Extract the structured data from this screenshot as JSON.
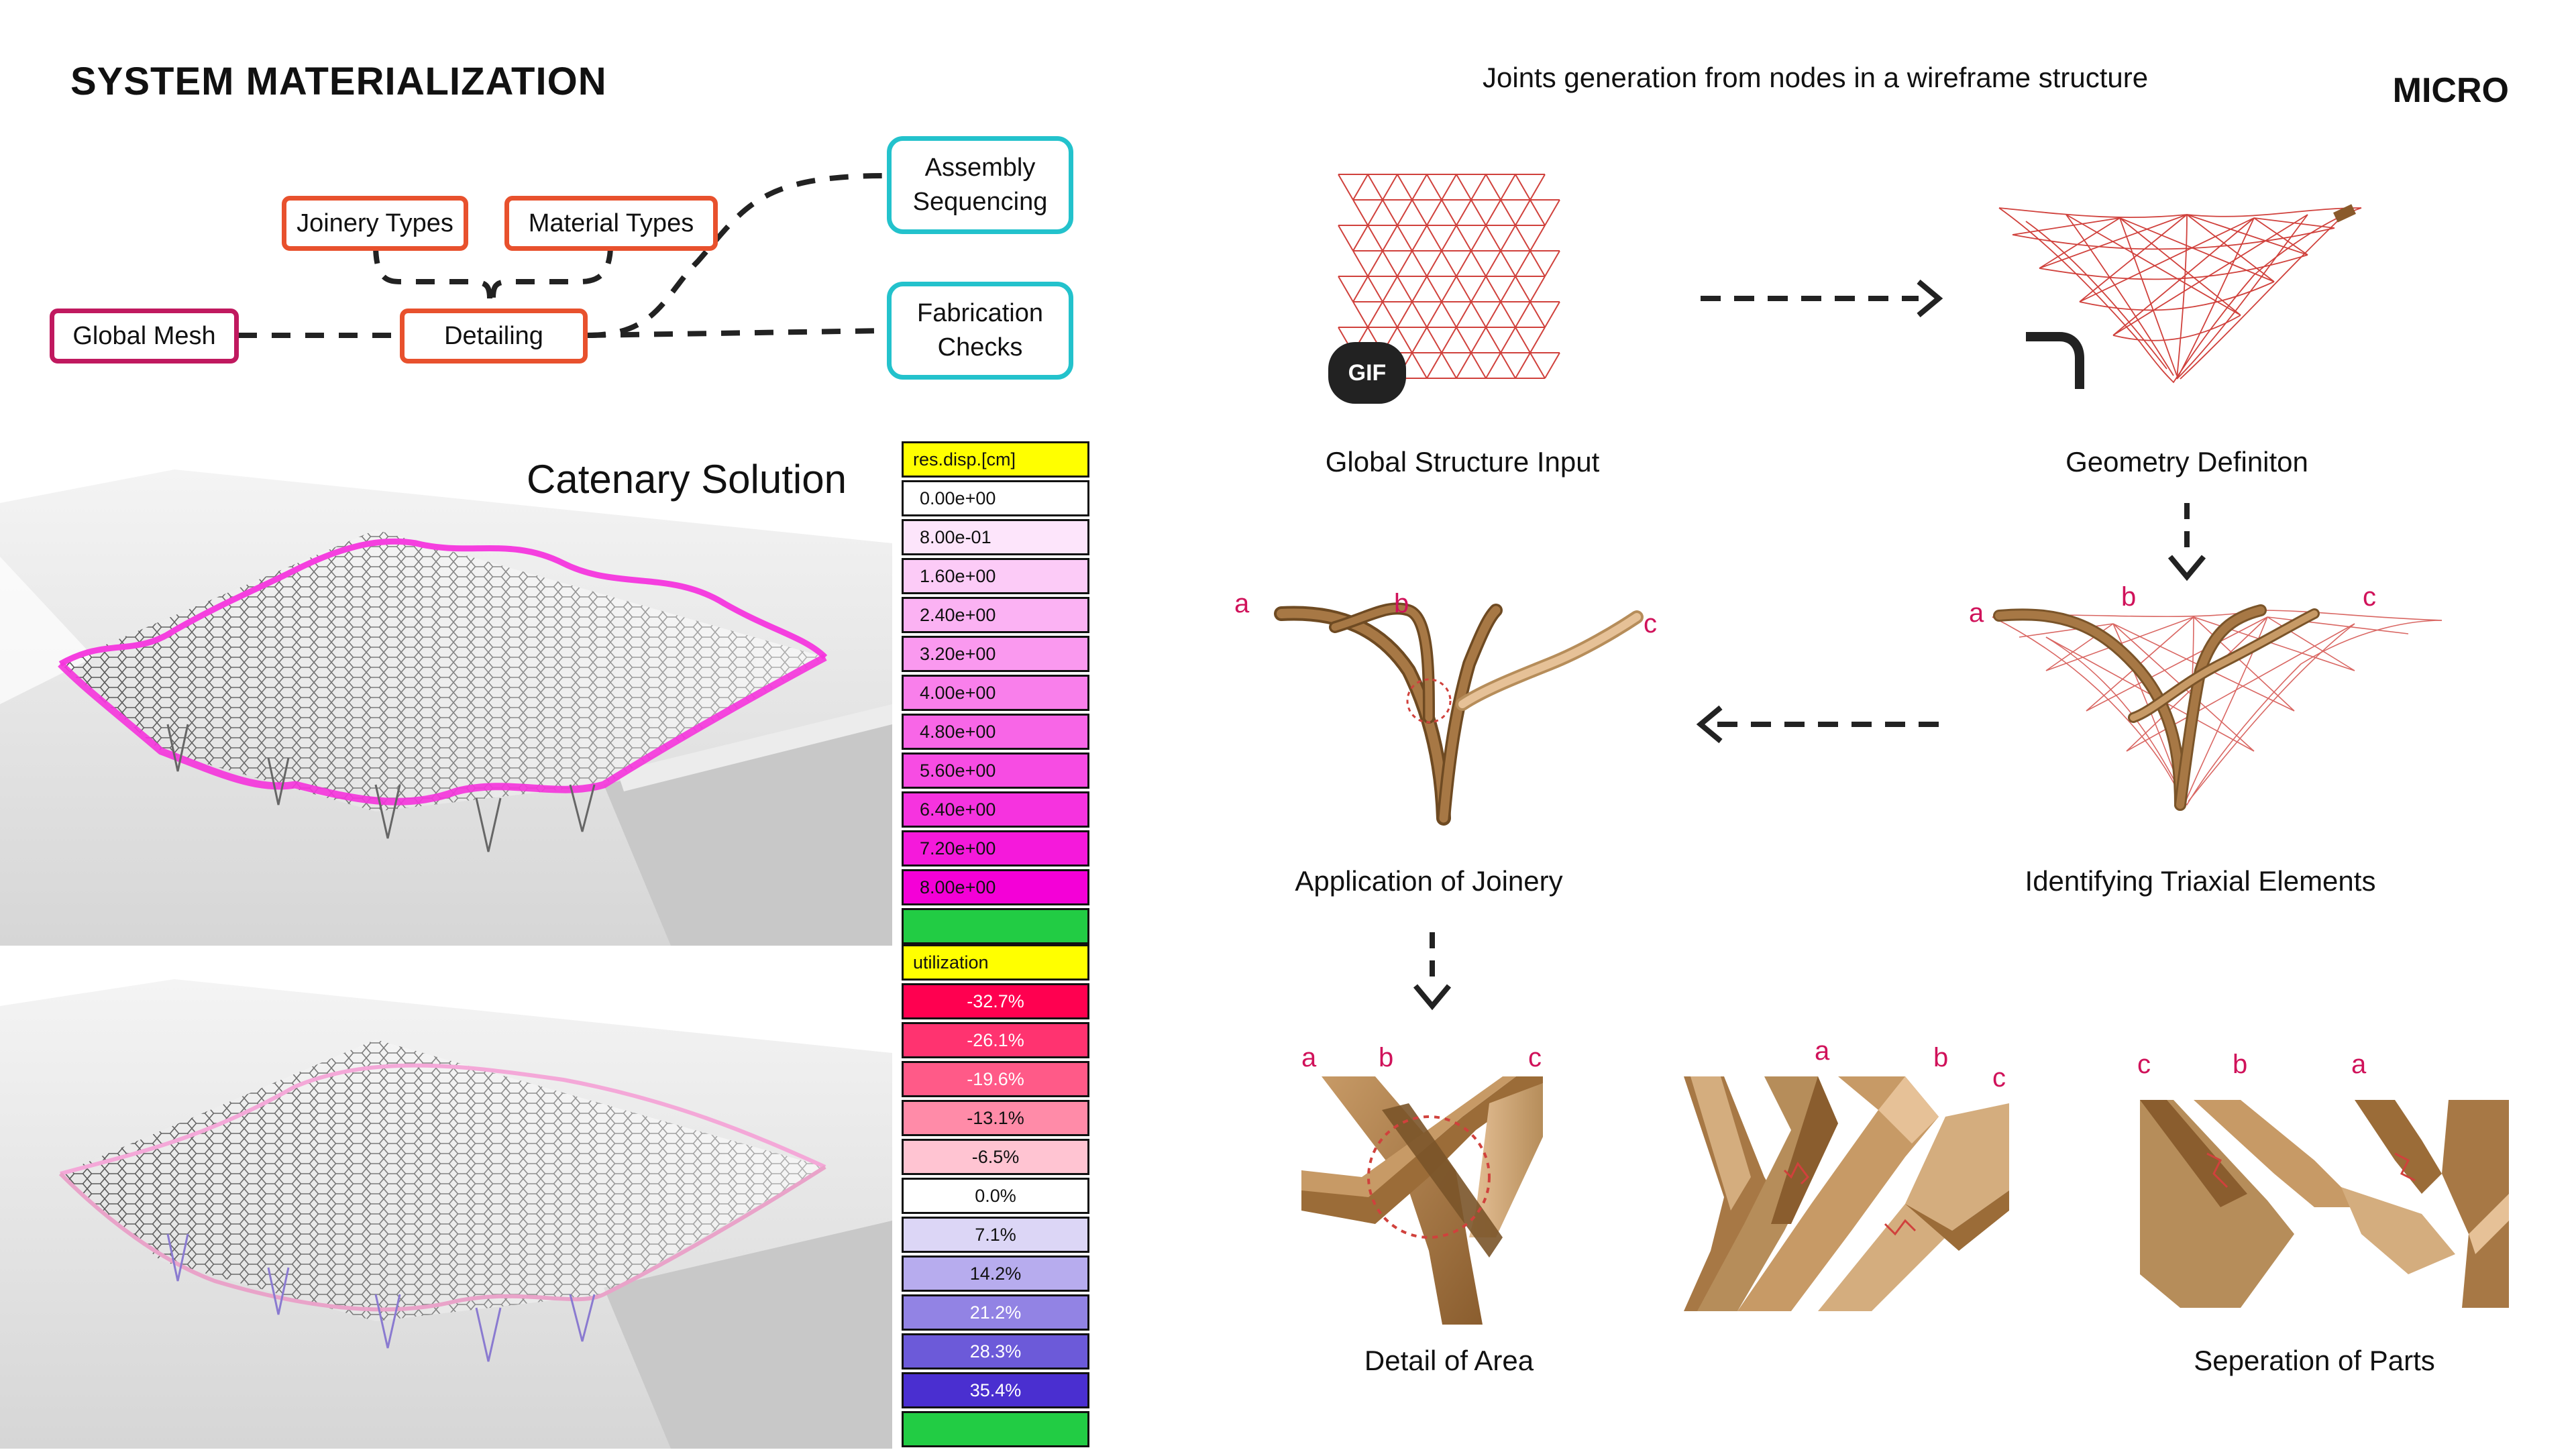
{
  "header": {
    "title": "SYSTEM MATERIALIZATION",
    "subtitle": "Joints generation from nodes in a wireframe structure",
    "section": "MICRO"
  },
  "flow": {
    "global_mesh": "Global Mesh",
    "detailing": "Detailing",
    "joinery_types": "Joinery Types",
    "material_types": "Material Types",
    "assembly_line1": "Assembly",
    "assembly_line2": "Sequencing",
    "fabrication_line1": "Fabrication",
    "fabrication_line2": "Checks"
  },
  "solution_title": "Catenary Solution",
  "legend_disp": {
    "header": "res.disp.[cm]",
    "cells": [
      {
        "label": "0.00e+00",
        "color": "#ffffff"
      },
      {
        "label": "8.00e-01",
        "color": "#fde5fb"
      },
      {
        "label": "1.60e+00",
        "color": "#fccbf7"
      },
      {
        "label": "2.40e+00",
        "color": "#fbb2f3"
      },
      {
        "label": "3.20e+00",
        "color": "#fa99ef"
      },
      {
        "label": "4.00e+00",
        "color": "#f97feb"
      },
      {
        "label": "4.80e+00",
        "color": "#f866e7"
      },
      {
        "label": "5.60e+00",
        "color": "#f74ce3"
      },
      {
        "label": "6.40e+00",
        "color": "#f633df"
      },
      {
        "label": "7.20e+00",
        "color": "#f519db"
      },
      {
        "label": "8.00e+00",
        "color": "#f400d7"
      },
      {
        "label": "",
        "color": "#22cc44"
      }
    ]
  },
  "legend_util": {
    "header": "utilization",
    "cells": [
      {
        "label": "-32.7%",
        "color": "#ff0050"
      },
      {
        "label": "-26.1%",
        "color": "#ff3370"
      },
      {
        "label": "-19.6%",
        "color": "#ff5a88"
      },
      {
        "label": "-13.1%",
        "color": "#ff8ba8"
      },
      {
        "label": "-6.5%",
        "color": "#ffc4d2"
      },
      {
        "label": "0.0%",
        "color": "#ffffff"
      },
      {
        "label": "7.1%",
        "color": "#dcd6f6"
      },
      {
        "label": "14.2%",
        "color": "#b7acee"
      },
      {
        "label": "21.2%",
        "color": "#9283e4"
      },
      {
        "label": "28.3%",
        "color": "#6c5ad9"
      },
      {
        "label": "35.4%",
        "color": "#4a2fd0"
      },
      {
        "label": "",
        "color": "#22cc44"
      }
    ]
  },
  "steps": {
    "s1": "Global Structure Input",
    "s2": "Geometry Definiton",
    "s3": "Application of Joinery",
    "s4": "Identifying Triaxial Elements",
    "s5": "Detail of Area",
    "s6": "Seperation of Parts",
    "gif": "GIF"
  },
  "letters": {
    "a": "a",
    "b": "b",
    "c": "c"
  },
  "colors": {
    "orange": "#e8512d",
    "magenta": "#c0195f",
    "cyan": "#23c2cc",
    "wood": "#a77845",
    "wire": "#d0413c",
    "accent_letter": "#d0125a"
  }
}
